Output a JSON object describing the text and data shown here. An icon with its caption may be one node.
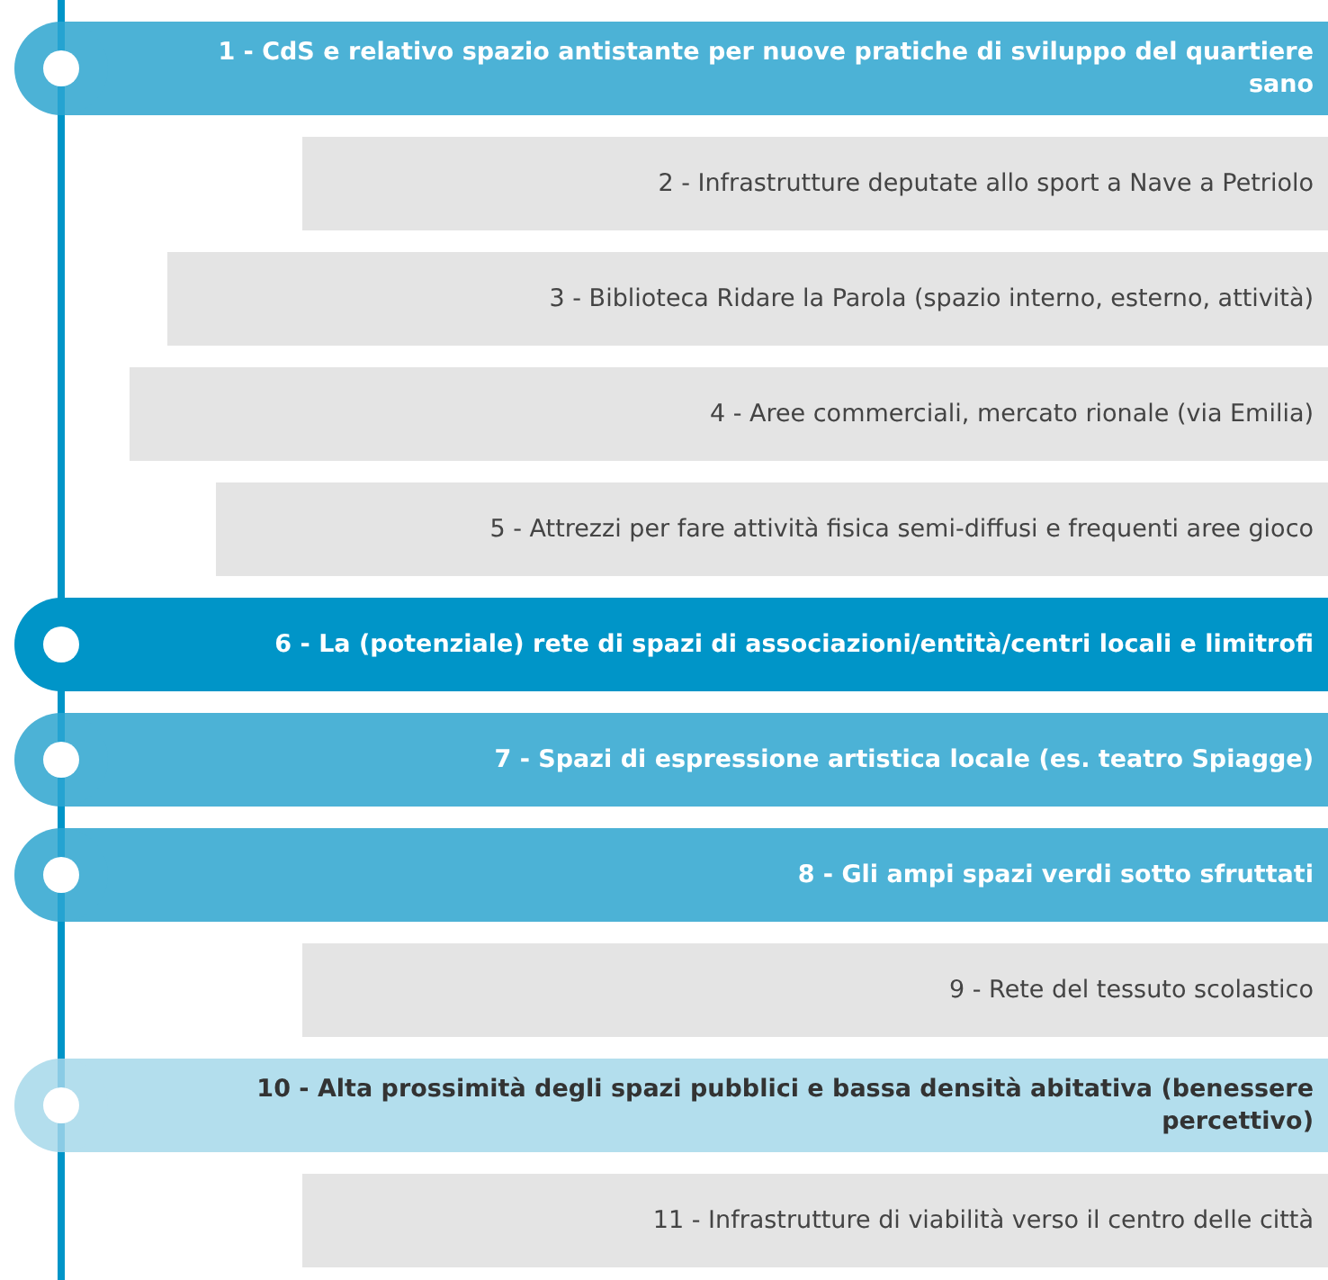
{
  "diagram": {
    "nodes": [
      {
        "text": [
          "1 - CdS e relativo spazio antistante per nuove pratiche di sviluppo del quartiere sano"
        ]
      },
      {
        "text": [
          "2 - Infrastrutture deputate allo sport a Nave a Petriolo"
        ]
      },
      {
        "text": [
          "3 - Biblioteca Ridare la Parola (spazio interno, esterno, attività)"
        ]
      },
      {
        "text": [
          "4 - Aree commerciali, mercato rionale (via Emilia)"
        ]
      },
      {
        "text": [
          "5 - Attrezzi per fare attività fisica semi-diffusi e frequenti aree gioco"
        ]
      },
      {
        "text": [
          "6 - La (potenziale) rete di spazi di associazioni/entità/centri locali e limitrofi"
        ]
      },
      {
        "text": [
          "7 - Spazi di espressione artistica locale (es. teatro Spiagge)"
        ]
      },
      {
        "text": [
          "8 - Gli ampi spazi verdi sotto sfruttati"
        ]
      },
      {
        "text": [
          "9 - Rete del tessuto scolastico"
        ]
      },
      {
        "text": [
          "10 - Alta prossimità degli spazi pubblici e bassa densità abitativa (benessere percettivo)"
        ]
      },
      {
        "text": [
          "11 - Infrastrutture di viabilità verso il centro delle città"
        ]
      }
    ]
  }
}
